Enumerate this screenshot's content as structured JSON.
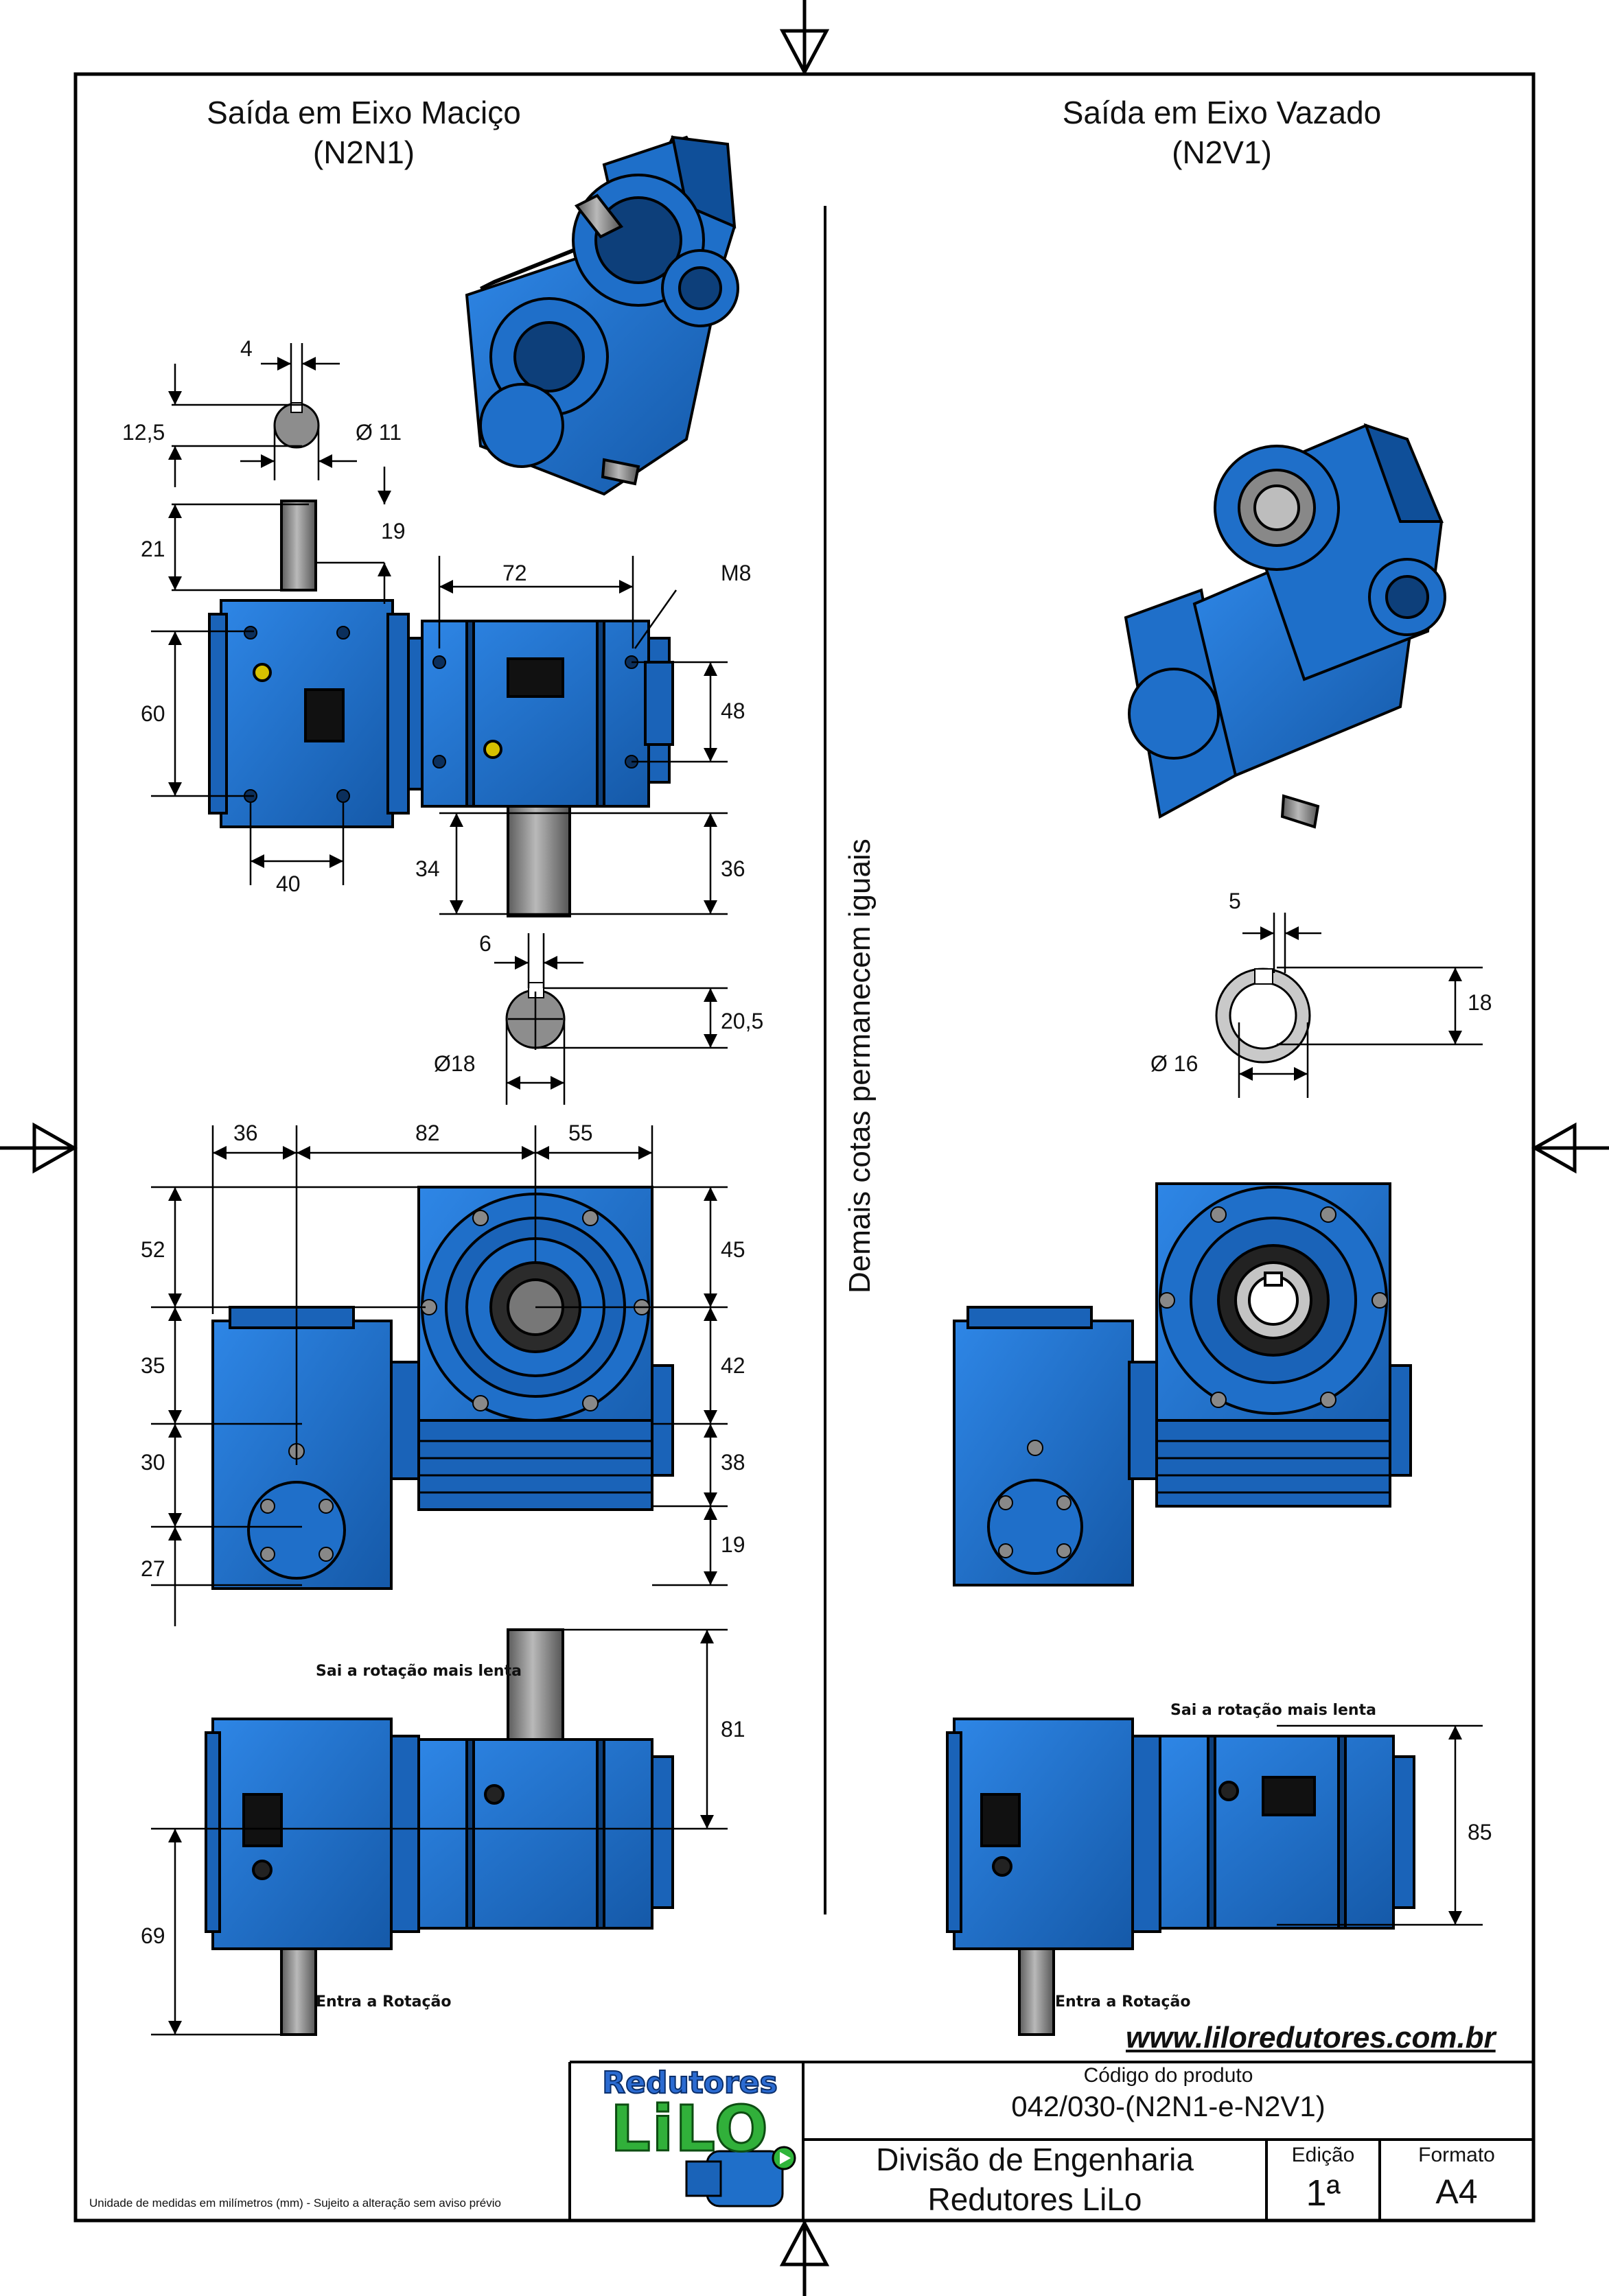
{
  "left_view": {
    "title_line1": "Saída em Eixo Maciço",
    "title_line2": "(N2N1)"
  },
  "right_view": {
    "title_line1": "Saída em Eixo Vazado",
    "title_line2": "(N2V1)"
  },
  "center_note": "Demais cotas permanecem iguais",
  "dimensions": {
    "key_width": "4",
    "key_height": "12,5",
    "shaft_dia_top": "Ø 11",
    "top_shaft_len": "21",
    "top_shaft_key": "19",
    "width_72": "72",
    "thread": "M8",
    "height_60": "60",
    "height_48": "48",
    "width_40": "40",
    "out_34": "34",
    "out_36": "36",
    "key6": "6",
    "key_20_5": "20,5",
    "dia18": "Ø18",
    "w36": "36",
    "w82": "82",
    "w55": "55",
    "h52": "52",
    "h35": "35",
    "h30": "30",
    "h27": "27",
    "h45": "45",
    "h42": "42",
    "h38": "38",
    "h19": "19",
    "h81": "81",
    "h69": "69",
    "hollow_key5": "5",
    "hollow_18": "18",
    "hollow_dia16": "Ø 16",
    "h85": "85"
  },
  "notes": {
    "slow_left": "Sai a rotação mais lenta",
    "slow_right": "Sai a rotação mais lenta",
    "input_left": "Entra a Rotação",
    "input_right": "Entra a Rotação"
  },
  "website": "www.liloredutores.com.br",
  "title_block": {
    "logo_top": "Redutores",
    "logo_bottom": "LiLO",
    "code_label": "Código do produto",
    "code_value": "042/030-(N2N1-e-N2V1)",
    "division_line1": "Divisão de Engenharia",
    "division_line2": "Redutores LiLo",
    "edition_label": "Edição",
    "edition_value": "1ª",
    "format_label": "Formato",
    "format_value": "A4"
  },
  "footnote": "Unidade de medidas em milímetros (mm) - Sujeito a alteração sem aviso prévio",
  "colors": {
    "body_blue": "#1f6fc9",
    "body_dark": "#0d3f7a",
    "shaft_grey": "#8a8a8a",
    "frame": "#000000"
  }
}
